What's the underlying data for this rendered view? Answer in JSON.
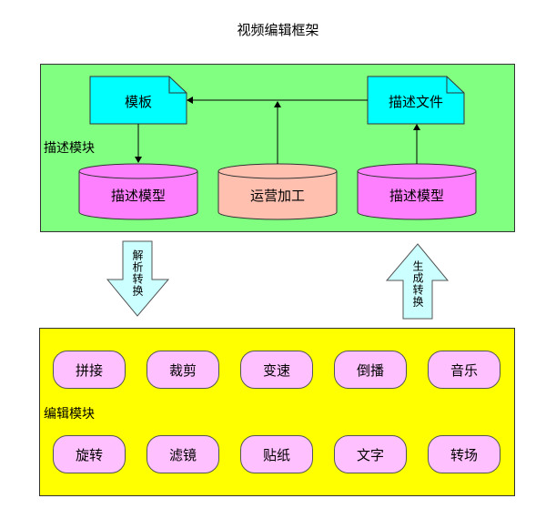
{
  "title": "视频编辑框架",
  "description_module": {
    "label": "描述模块",
    "template": "模板",
    "description_file": "描述文件",
    "cylinders": [
      "描述模型",
      "运营加工",
      "描述模型"
    ]
  },
  "arrows": {
    "parse_convert": "解析转换",
    "generate_convert": "生成转换"
  },
  "edit_module": {
    "label": "编辑模块",
    "row1": [
      "拼接",
      "裁剪",
      "变速",
      "倒播",
      "音乐"
    ],
    "row2": [
      "旋转",
      "滤镜",
      "贴纸",
      "文字",
      "转场"
    ]
  },
  "colors": {
    "description_bg": "#80ff80",
    "edit_bg": "#ffff00",
    "document_fill": "#00ffff",
    "model_fill": "#ff80ff",
    "ops_fill": "#ffc0b0",
    "pill_fill": "#ffc0ff",
    "arrow_fill": "#ccffff"
  }
}
